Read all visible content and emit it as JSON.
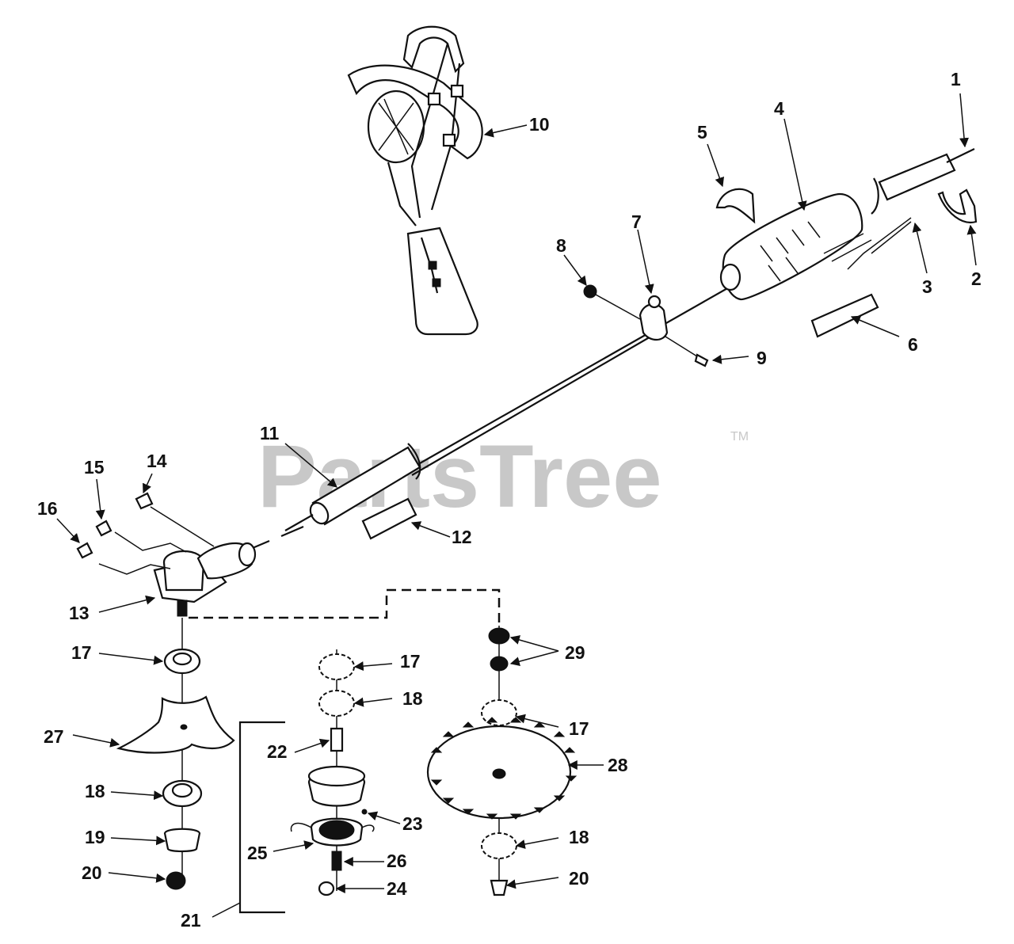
{
  "watermark": {
    "text": "PartsTree",
    "trademark": "TM"
  },
  "callouts": [
    "1",
    "2",
    "3",
    "4",
    "5",
    "6",
    "7",
    "8",
    "9",
    "10",
    "11",
    "12",
    "13",
    "14",
    "15",
    "16",
    "17",
    "17",
    "17",
    "18",
    "18",
    "18",
    "19",
    "20",
    "20",
    "21",
    "22",
    "23",
    "24",
    "25",
    "26",
    "27",
    "28",
    "29"
  ]
}
